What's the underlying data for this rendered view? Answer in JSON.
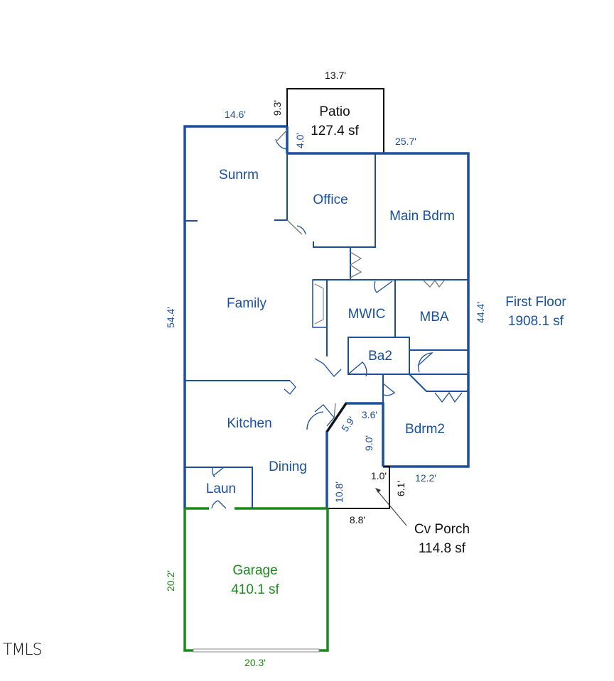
{
  "floor": {
    "name": "First Floor",
    "area": "1908.1 sf"
  },
  "rooms": {
    "patio": {
      "name": "Patio",
      "area": "127.4 sf"
    },
    "sunrm": {
      "name": "Sunrm"
    },
    "office": {
      "name": "Office"
    },
    "main_bdrm": {
      "name": "Main Bdrm"
    },
    "family": {
      "name": "Family"
    },
    "mwic": {
      "name": "MWIC"
    },
    "mba": {
      "name": "MBA"
    },
    "ba2": {
      "name": "Ba2"
    },
    "kitchen": {
      "name": "Kitchen"
    },
    "dining": {
      "name": "Dining"
    },
    "bdrm2": {
      "name": "Bdrm2"
    },
    "laun": {
      "name": "Laun"
    },
    "garage": {
      "name": "Garage",
      "area": "410.1 sf"
    },
    "cv_porch": {
      "name": "Cv Porch",
      "area": "114.8 sf"
    }
  },
  "dimensions": {
    "patio_width": "13.7'",
    "patio_depth": "9.3'",
    "patio_side": "4.0'",
    "top_left": "14.6'",
    "top_right": "25.7'",
    "left_side": "54.4'",
    "right_side": "44.4'",
    "porch_angle": "5.9'",
    "porch_top": "3.6'",
    "porch_right": "9.0'",
    "porch_small": "1.0'",
    "porch_side": "6.1'",
    "porch_left": "10.8'",
    "porch_bottom": "8.8'",
    "bdrm2_bottom": "12.2'",
    "garage_side": "20.2'",
    "garage_bottom": "20.3'"
  },
  "watermark": "TMLS"
}
